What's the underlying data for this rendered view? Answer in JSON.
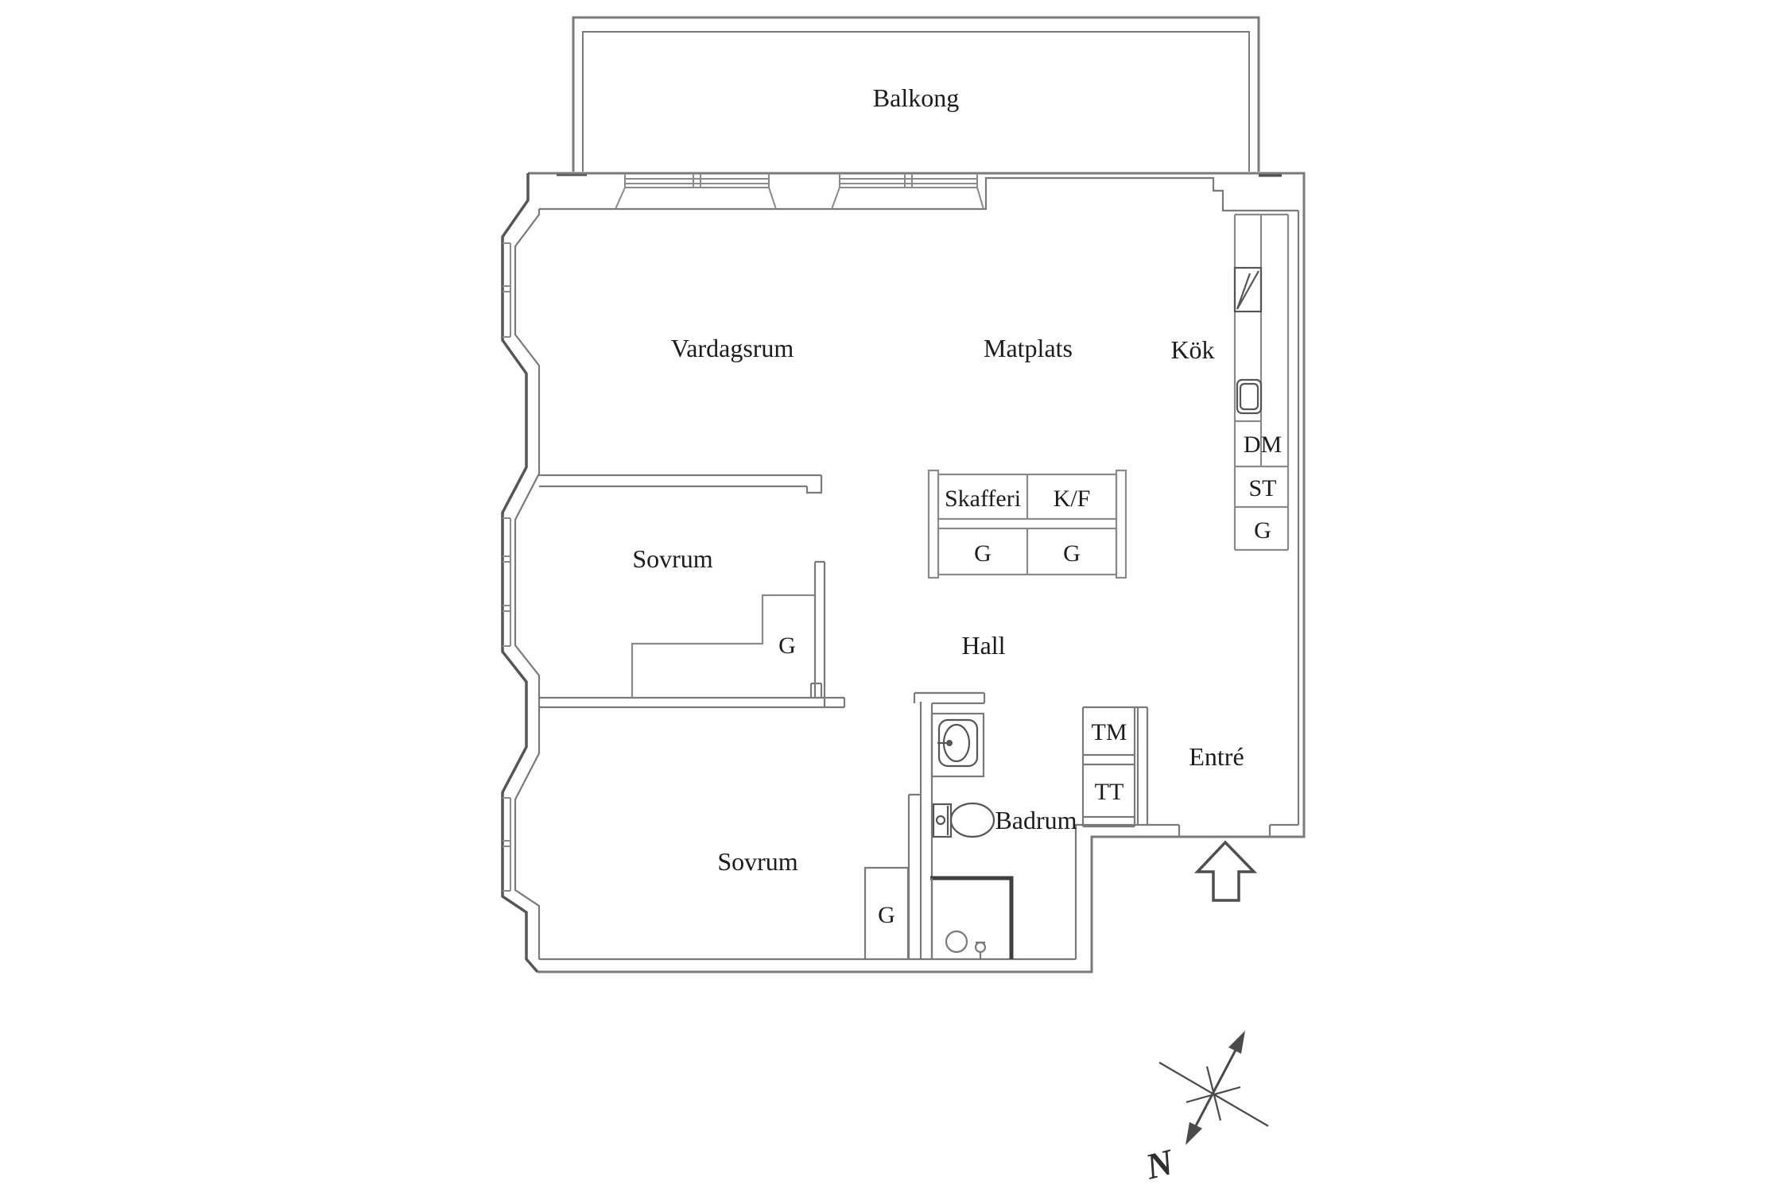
{
  "rooms": {
    "balkong": {
      "label": "Balkong"
    },
    "vardagsrum": {
      "label": "Vardagsrum"
    },
    "matplats": {
      "label": "Matplats"
    },
    "kok": {
      "label": "Kök"
    },
    "sovrum_1": {
      "label": "Sovrum"
    },
    "sovrum_2": {
      "label": "Sovrum"
    },
    "hall": {
      "label": "Hall"
    },
    "badrum": {
      "label": "Badrum"
    },
    "entre": {
      "label": "Entré"
    }
  },
  "cabinets": {
    "skafferi": "Skafferi",
    "kf": "K/F",
    "g_pantry_left": "G",
    "g_pantry_right": "G",
    "dm": "DM",
    "st": "ST",
    "g_kitchen": "G",
    "g_sovrum_1": "G",
    "g_sovrum_2": "G",
    "tm": "TM",
    "tt": "TT"
  },
  "compass": {
    "north": "N"
  },
  "colors": {
    "background": "#ffffff",
    "wall": "#7a7a7a",
    "wall_dark": "#565656",
    "fixture": "#8a8a8a",
    "fixture_dark": "#4f4f4f",
    "shower_edge": "#3f3f3f",
    "text": "#1c1c1c"
  }
}
